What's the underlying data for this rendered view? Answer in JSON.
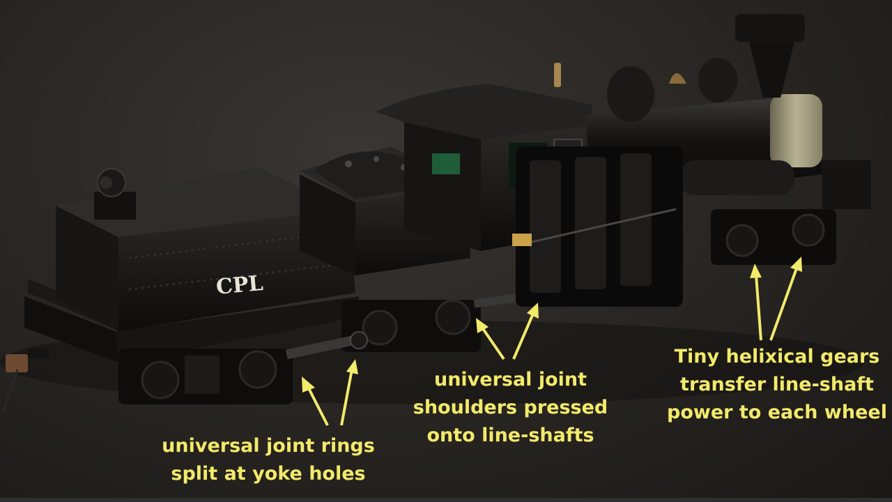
{
  "scene": {
    "subject": "Shay-style model steam locomotive",
    "tender_lettering": "CPL",
    "colors": {
      "background": "#2a2724",
      "locomotive": "#151412",
      "annotation": "#f2ea6a"
    }
  },
  "annotations": [
    {
      "lines": [
        "universal joint rings",
        "split at yoke holes"
      ]
    },
    {
      "lines": [
        "universal joint",
        "shoulders pressed",
        "onto line-shafts"
      ]
    },
    {
      "lines": [
        "Tiny helixical gears",
        "transfer line-shaft",
        "power to each wheel"
      ]
    }
  ]
}
